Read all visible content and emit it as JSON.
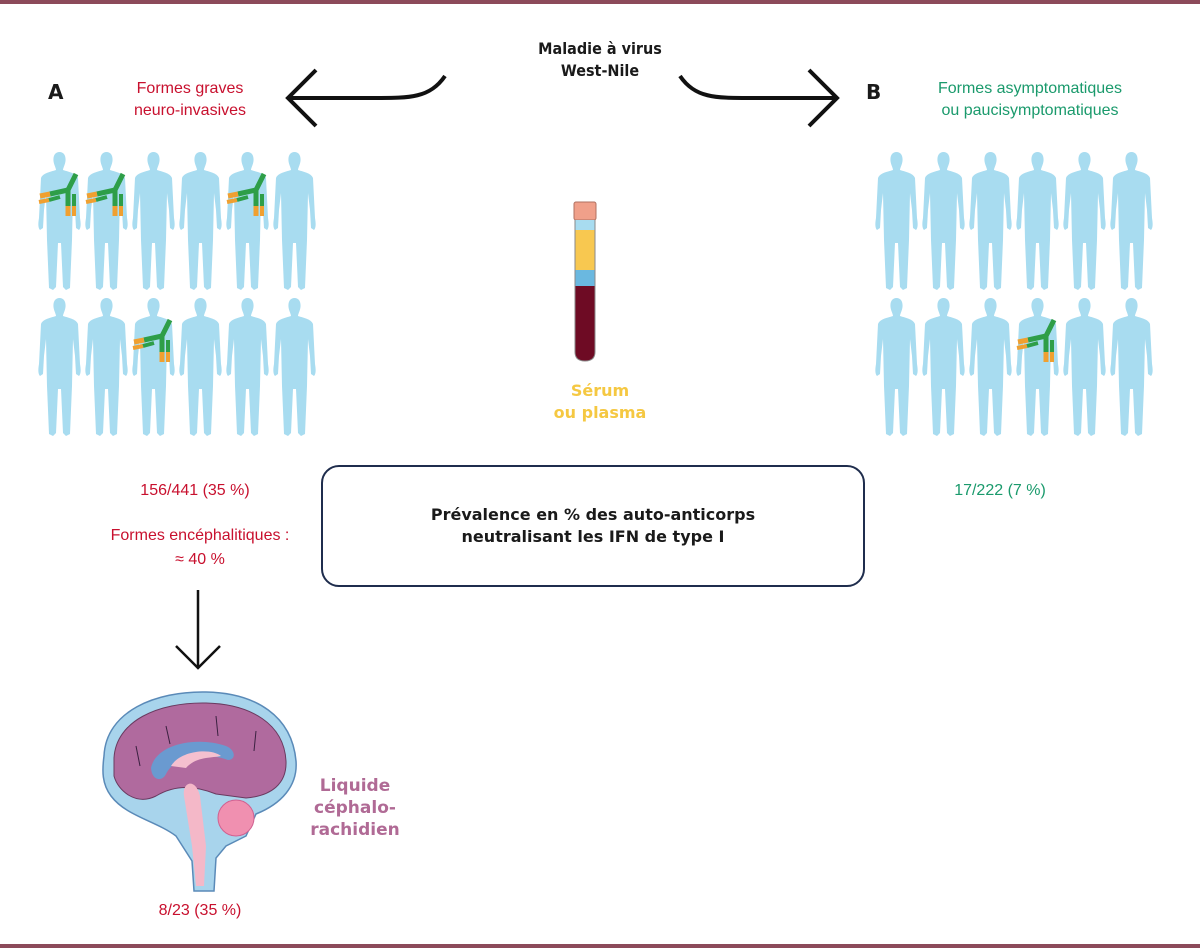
{
  "title": {
    "line1": "Maladie à virus",
    "line2": "West-Nile"
  },
  "panel_a": {
    "letter": "A",
    "label_line1": "Formes graves",
    "label_line2": "neuro-invasives",
    "color": "#c8102e",
    "people_count": 12,
    "antibody_positions": [
      0,
      1,
      4,
      8
    ],
    "stat": "156/441 (35 %)",
    "encephalitic_line1": "Formes encéphalitiques :",
    "encephalitic_line2": "≈ 40 %",
    "csf_stat": "8/23 (35 %)"
  },
  "panel_b": {
    "letter": "B",
    "label_line1": "Formes asymptomatiques",
    "label_line2": "ou paucisymptomatiques",
    "color": "#1a9a6c",
    "people_count": 12,
    "antibody_positions": [
      9
    ],
    "stat": "17/222 (7 %)"
  },
  "sample": {
    "line1": "Sérum",
    "line2": "ou plasma"
  },
  "center_box": {
    "line1": "Prévalence en % des auto-anticorps",
    "line2": "neutralisant les IFN de type I"
  },
  "csf_label": {
    "line1": "Liquide",
    "line2": "céphalo-",
    "line3": "rachidien"
  },
  "colors": {
    "person": "#a8dcf0",
    "rule": "#8c4a5a",
    "antibody_green": "#2e9e48",
    "antibody_orange": "#f0a030"
  }
}
